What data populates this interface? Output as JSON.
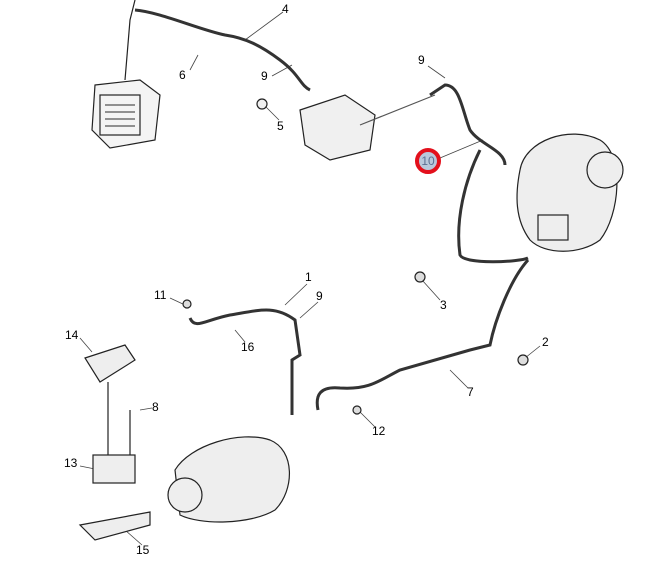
{
  "callouts": {
    "c4": "4",
    "c6": "6",
    "c9a": "9",
    "c5": "5",
    "c9b": "9",
    "c10": "10",
    "c3": "3",
    "c1": "1",
    "c9c": "9",
    "c11": "11",
    "c16": "16",
    "c14": "14",
    "c8": "8",
    "c2": "2",
    "c7": "7",
    "c12": "12",
    "c13": "13",
    "c15": "15"
  },
  "colors": {
    "highlight_ring": "#e3101c",
    "highlight_fill": "#b9c8dc"
  }
}
